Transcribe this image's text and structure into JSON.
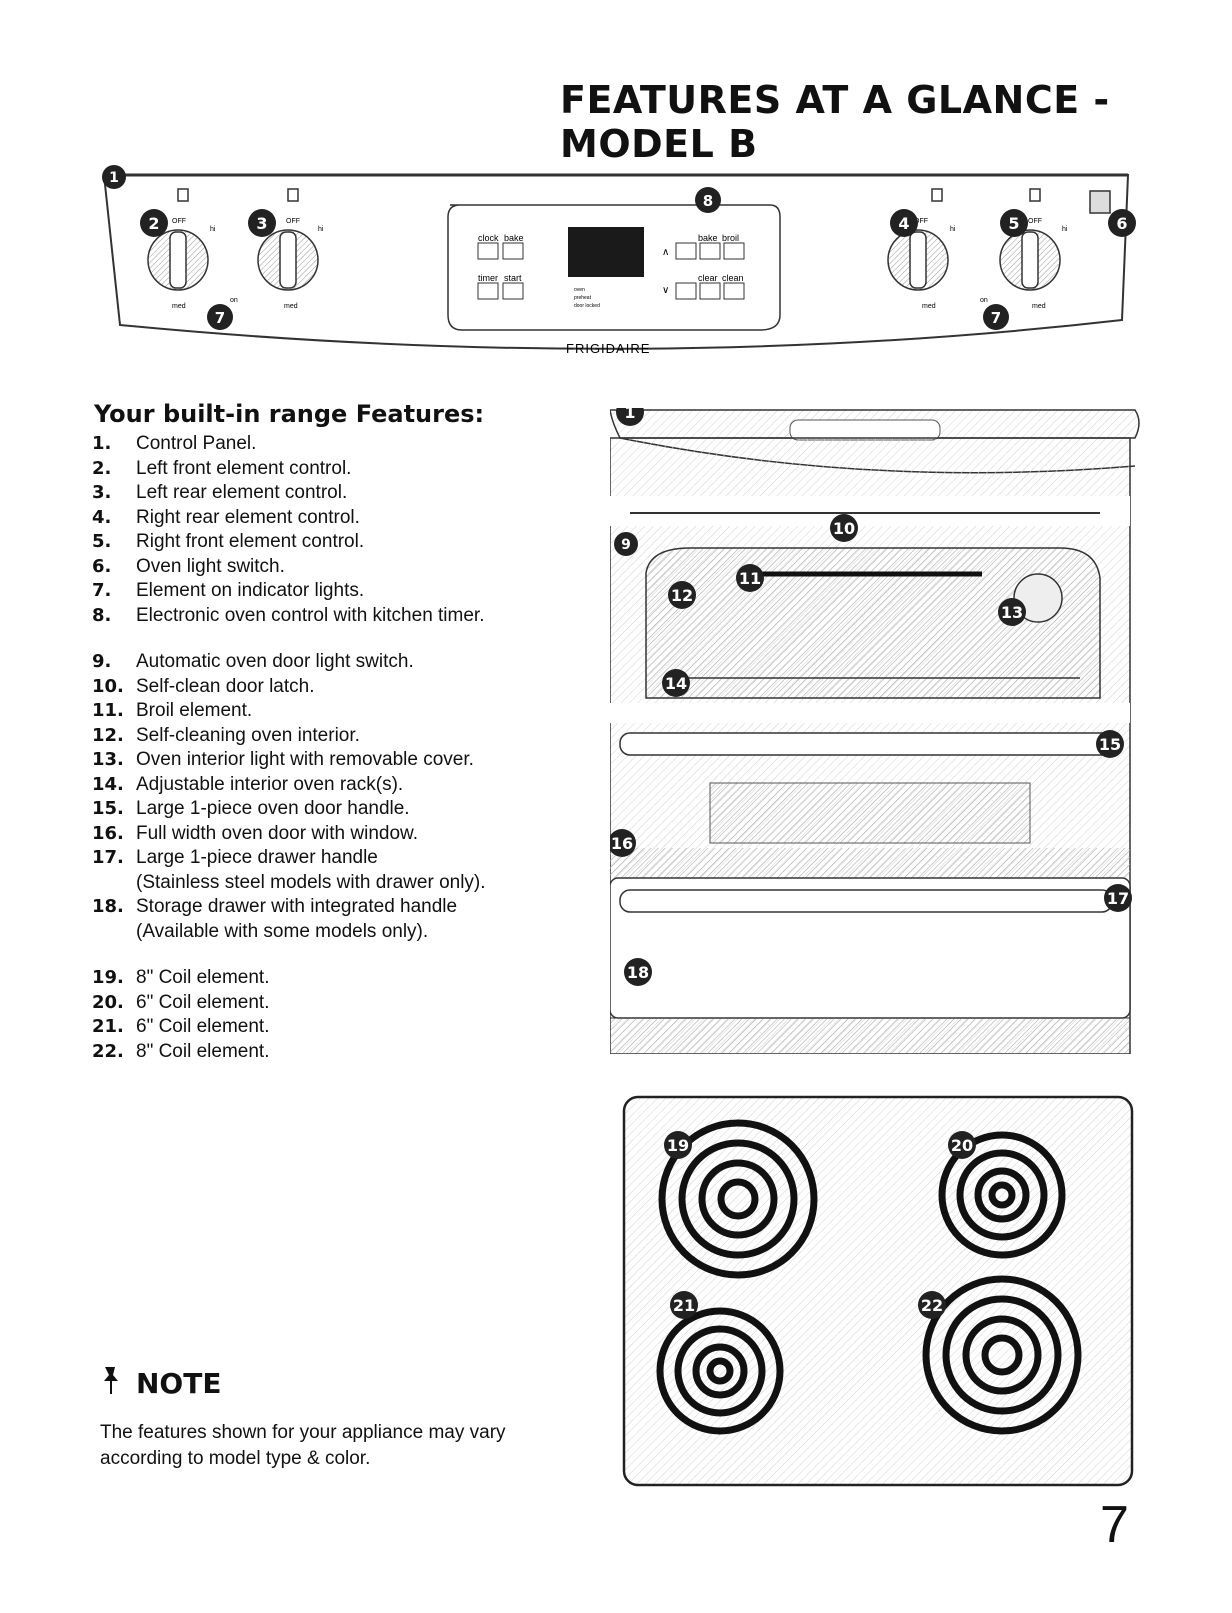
{
  "page": {
    "title": "FEATURES AT A GLANCE - MODEL B",
    "page_number": "7"
  },
  "control_panel": {
    "brand": "FRIGIDAIRE",
    "knob_labels": {
      "off": "OFF",
      "hi": "hi",
      "med": "med",
      "on": "on"
    },
    "keypad_left": [
      "clock",
      "bake",
      "timer",
      "start"
    ],
    "keypad_right": [
      "bake",
      "broil",
      "clear",
      "clean"
    ],
    "arrows": {
      "up": "∧",
      "down": "∨"
    },
    "indicators": [
      "oven",
      "preheat",
      "door locked"
    ],
    "badges": [
      "1",
      "2",
      "3",
      "4",
      "5",
      "6",
      "7",
      "7",
      "8"
    ]
  },
  "features": {
    "heading": "Your built-in range Features:",
    "items": [
      {
        "num": "1.",
        "text": "Control Panel."
      },
      {
        "num": "2.",
        "text": "Left front element control."
      },
      {
        "num": "3.",
        "text": "Left rear element control."
      },
      {
        "num": "4.",
        "text": "Right rear element control."
      },
      {
        "num": "5.",
        "text": "Right front element control."
      },
      {
        "num": "6.",
        "text": "Oven light switch."
      },
      {
        "num": "7.",
        "text": "Element on indicator lights."
      },
      {
        "num": "8.",
        "text": "Electronic oven control with kitchen timer."
      },
      {
        "num": "9.",
        "text": "Automatic oven door light switch."
      },
      {
        "num": "10.",
        "text": "Self-clean door latch."
      },
      {
        "num": "11.",
        "text": "Broil element."
      },
      {
        "num": "12.",
        "text": "Self-cleaning oven interior."
      },
      {
        "num": "13.",
        "text": "Oven interior light with removable cover."
      },
      {
        "num": "14.",
        "text": "Adjustable interior oven rack(s)."
      },
      {
        "num": "15.",
        "text": "Large 1-piece oven door handle."
      },
      {
        "num": "16.",
        "text": "Full width oven door with window."
      },
      {
        "num": "17.",
        "text": "Large 1-piece drawer handle\n(Stainless steel models with drawer only)."
      },
      {
        "num": "18.",
        "text": "Storage drawer with integrated handle\n(Available with some models only)."
      },
      {
        "num": "19.",
        "text": "8\" Coil element."
      },
      {
        "num": "20.",
        "text": "6\" Coil element."
      },
      {
        "num": "21.",
        "text": "6\" Coil element."
      },
      {
        "num": "22.",
        "text": "8\" Coil element."
      }
    ]
  },
  "oven_view": {
    "badges": [
      "1",
      "9",
      "10",
      "11",
      "12",
      "13",
      "14",
      "15",
      "16",
      "17",
      "18"
    ]
  },
  "cooktop": {
    "badges": [
      "19",
      "20",
      "21",
      "22"
    ]
  },
  "note": {
    "heading": "NOTE",
    "text": "The features shown for your appliance may vary according to model type & color."
  },
  "colors": {
    "badge_fill": "#222222",
    "badge_text": "#ffffff",
    "line": "#333333",
    "hatch": "#bbbbbb"
  }
}
